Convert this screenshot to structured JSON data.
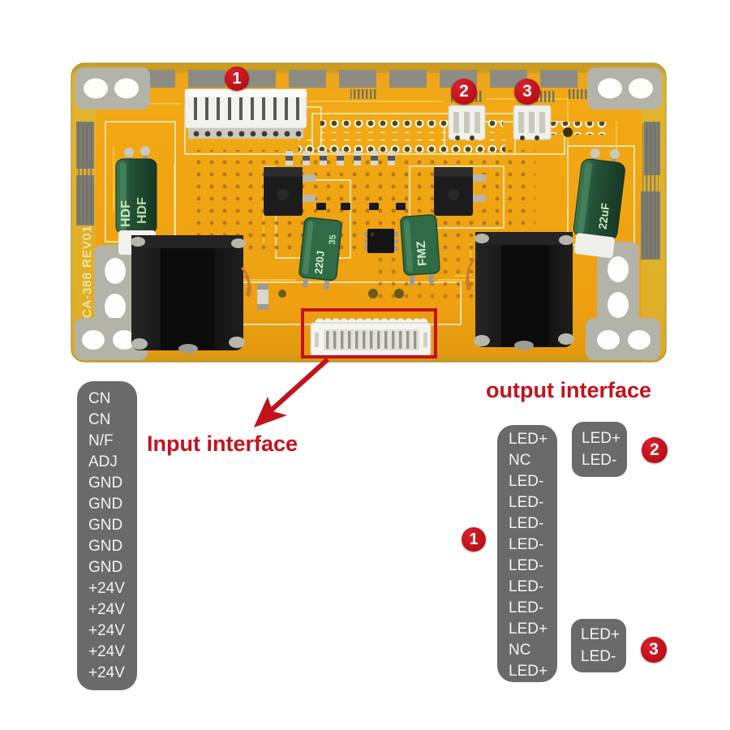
{
  "labels": {
    "input_interface": "Input interface",
    "output_interface": "output interface"
  },
  "badges": {
    "b1": "1",
    "b2": "2",
    "b3": "3"
  },
  "input_interface": {
    "pins": [
      "CN",
      "CN",
      "N/F",
      "ADJ",
      "GND",
      "GND",
      "GND",
      "GND",
      "GND",
      "+24V",
      "+24V",
      "+24V",
      "+24V",
      "+24V"
    ]
  },
  "output_interface": {
    "connector1_pins": [
      "LED+",
      "NC",
      "LED-",
      "LED-",
      "LED-",
      "LED-",
      "LED-",
      "LED-",
      "LED-",
      "LED+",
      "NC",
      "LED+"
    ],
    "connector2_pins": [
      "LED+",
      "LED-"
    ],
    "connector3_pins": [
      "LED+",
      "LED-"
    ]
  },
  "board": {
    "silkscreen_model": "CA-388 REV01",
    "cap_left_label": "HDF",
    "cap_right_label": "22uF",
    "filmcap_left_label": "220J",
    "filmcap_left_sub": "35",
    "filmcap_right_label": "FMZ"
  },
  "colors": {
    "accent_red": "#c3121c",
    "label_gray": "#6a6a6a",
    "board_orange": "#efa213",
    "pcb_trace_yellow": "#f6cc4e",
    "component_green": "#2e6b46",
    "silver": "#b7b7ae"
  }
}
